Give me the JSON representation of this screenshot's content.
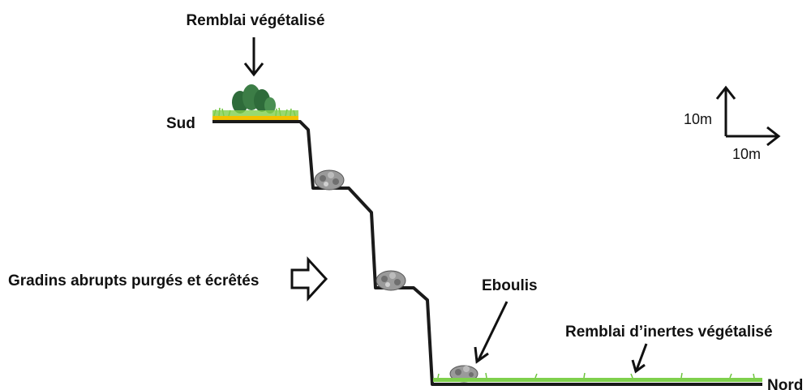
{
  "labels": {
    "remblai_vegetalise": "Remblai végétalisé",
    "sud": "Sud",
    "nord": "Nord",
    "gradins": "Gradins abrupts purgés et écrêtés",
    "eboulis": "Eboulis",
    "remblai_inertes": "Remblai d’inertes végétalisé"
  },
  "scale": {
    "vertical": "10m",
    "horizontal": "10m"
  },
  "colors": {
    "profile": "#1a1a1a",
    "grass": "#6cc43c",
    "fill_yellow": "#f2c200",
    "tree": "#2e6b3a",
    "rock": "#8a8a8a"
  }
}
